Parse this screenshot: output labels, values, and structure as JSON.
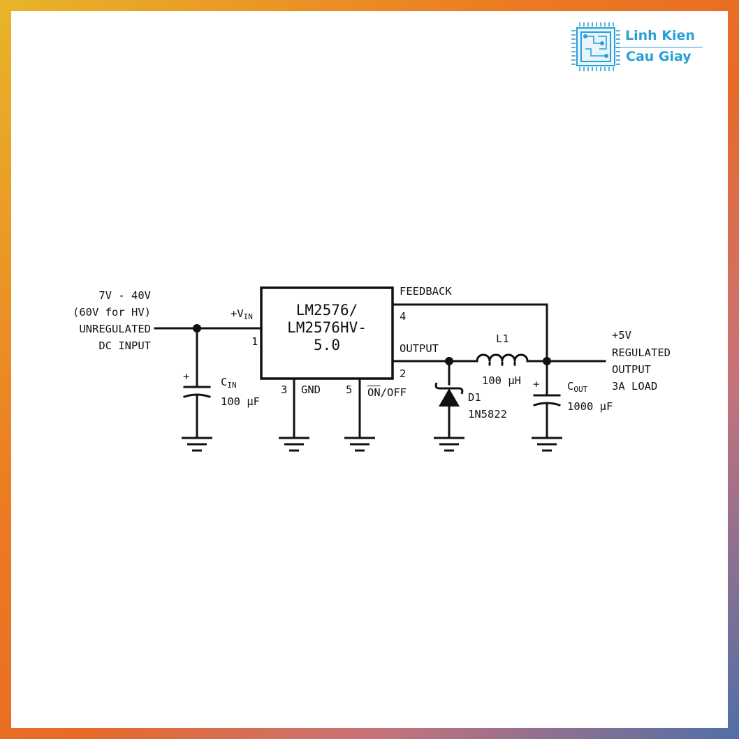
{
  "brand": {
    "line1": "Linh Kien",
    "line2": "Cau Giay",
    "color": "#2a9fd6"
  },
  "input": {
    "line1": "7V - 40V",
    "line2": "(60V for HV)",
    "line3": "UNREGULATED",
    "line4": "DC INPUT"
  },
  "ic": {
    "name_line1": "LM2576/",
    "name_line2": "LM2576HV-",
    "name_line3": "5.0",
    "vin_label": "+V",
    "vin_sub": "IN",
    "pin1": "1",
    "pin2": "2",
    "pin3": "3",
    "pin4": "4",
    "pin5": "5",
    "feedback_label": "FEEDBACK",
    "output_label": "OUTPUT",
    "gnd_label": "GND",
    "onoff_on": "ON",
    "onoff_off": "/OFF"
  },
  "cin": {
    "name": "C",
    "sub": "IN",
    "value": "100 μF",
    "polarity": "+"
  },
  "d1": {
    "name": "D1",
    "part": "1N5822"
  },
  "l1": {
    "name": "L1",
    "value": "100 μH"
  },
  "cout": {
    "name": "C",
    "sub": "OUT",
    "value": "1000 μF",
    "polarity": "+"
  },
  "output": {
    "line1": "+5V",
    "line2": "REGULATED",
    "line3": "OUTPUT",
    "line4": "3A LOAD"
  }
}
